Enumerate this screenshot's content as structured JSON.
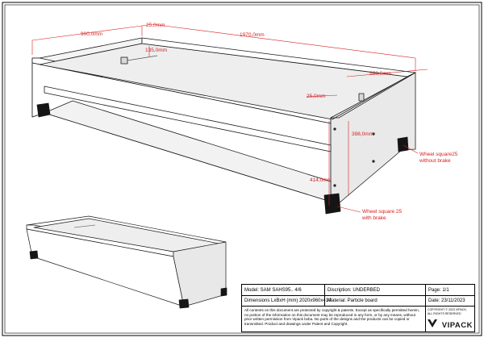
{
  "dimensions": {
    "depth_top": "900,0mm",
    "panel_thickness_top": "25,0mm",
    "length": "1970,0mm",
    "rail_offset": "135,0mm",
    "width_right": "960,0mm",
    "panel_thickness_side": "25,0mm",
    "inner_height": "398,0mm",
    "total_height": "414,0mm"
  },
  "callouts": {
    "wheel_no_brake": [
      "Wheel square25",
      "without brake"
    ],
    "wheel_brake": [
      "Wheel square 25",
      "with brake"
    ]
  },
  "title_block": {
    "model": "Model: SAM SAHS95.. 4/6",
    "description": "Discription: UNDERBED",
    "page": "Page: 1/1",
    "dimensions": "Dimensions LxBxH (mm) 2020x960x414",
    "material": "Material: Particle board",
    "date": "Date: 23/11/2023",
    "notes": "All contents on this document are protected by copyright & patents. Except as specifically permitted herein, no portion of the information on this document may be reproduced in any form, or by any means, without prior written permission from Vipack bvba. No parts of the designs and the products can be copied or transmitted. Product and drawings under Patent and Copyright.",
    "copyright": "COPYRIGHT © 2023 VIPACK,",
    "rights": "ALL RIGHTS RESERVED",
    "brand": "VIPACK"
  },
  "colors": {
    "dimension": "#d62020",
    "line": "#1a1a1a",
    "panel_shade": "#e6e6e6",
    "wheel": "#151515"
  }
}
